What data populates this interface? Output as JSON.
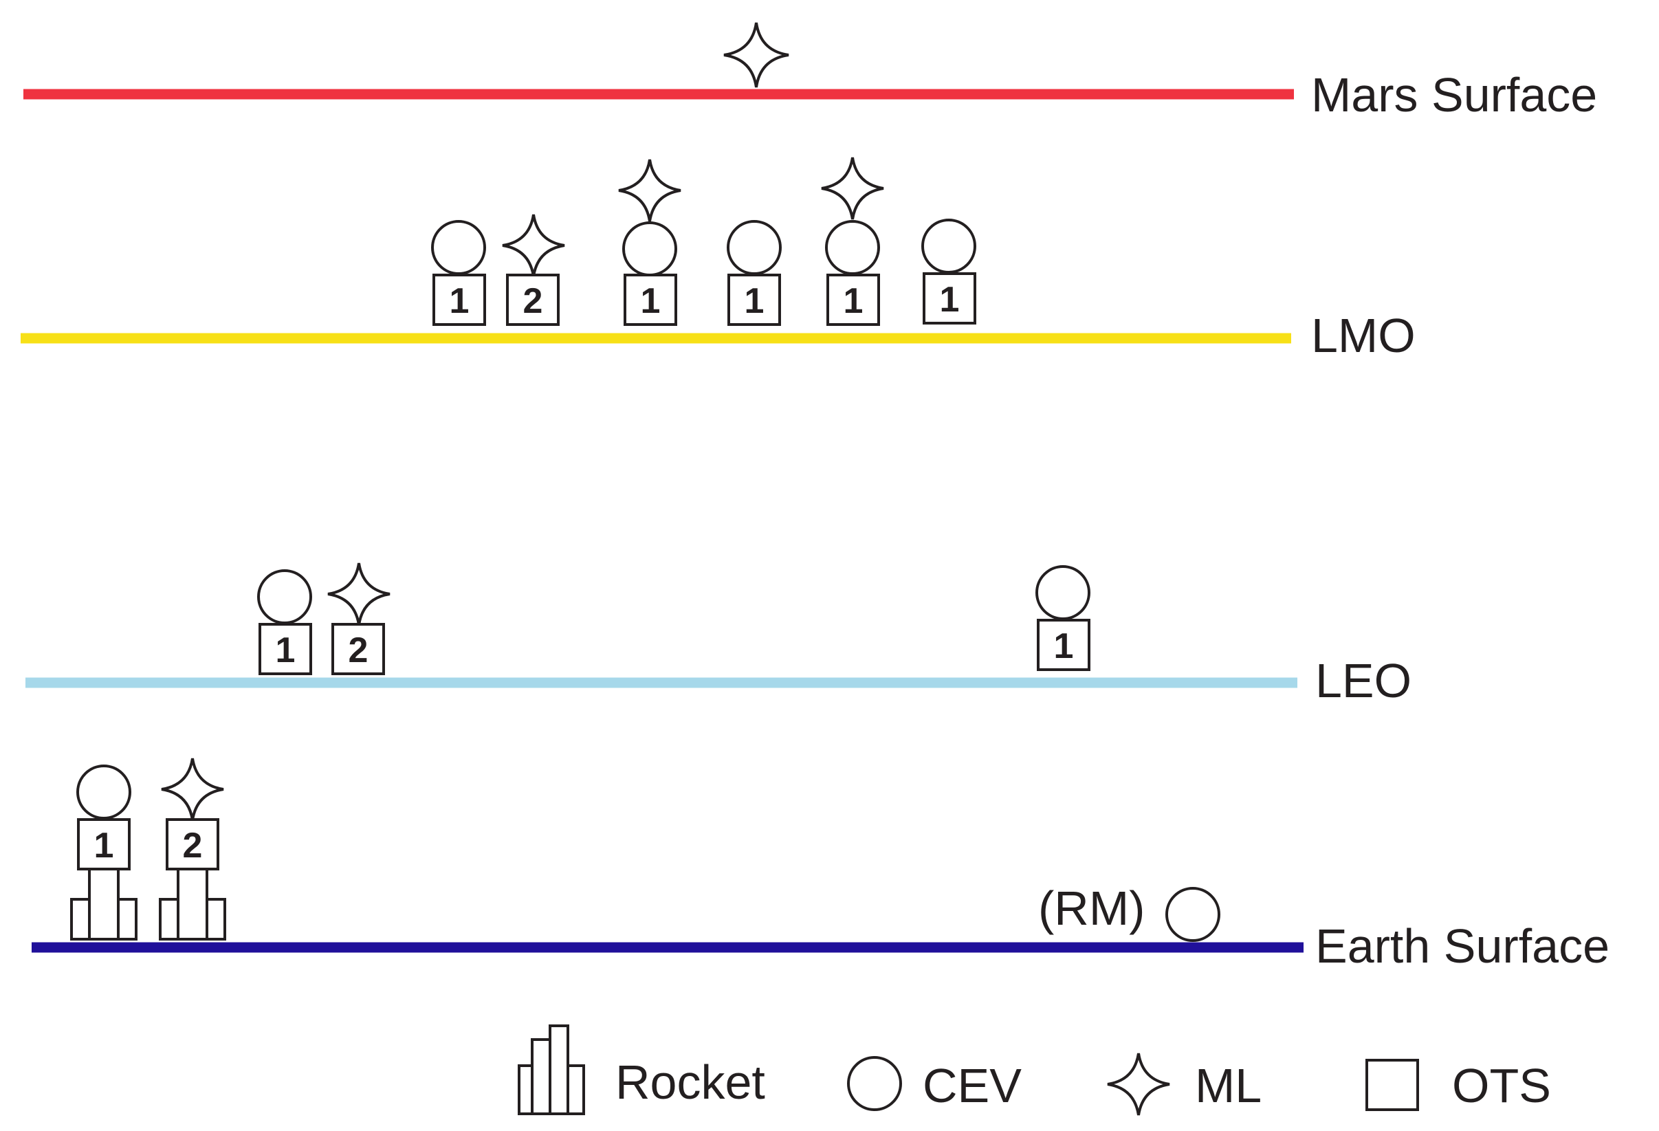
{
  "levels": [
    {
      "id": "mars",
      "label": "Mars Surface",
      "color": "#ef3340"
    },
    {
      "id": "lmo",
      "label": "LMO",
      "color": "#f7e017"
    },
    {
      "id": "leo",
      "label": "LEO",
      "color": "#a6d8ea"
    },
    {
      "id": "earth",
      "label": "Earth Surface",
      "color": "#20109a"
    }
  ],
  "annotations": {
    "rm": "(RM)"
  },
  "legend": [
    {
      "id": "rocket",
      "label": "Rocket"
    },
    {
      "id": "cev",
      "label": "CEV"
    },
    {
      "id": "ml",
      "label": "ML"
    },
    {
      "id": "ots",
      "label": "OTS"
    }
  ],
  "ots_numbers": {
    "lmo": [
      "1",
      "2",
      "1",
      "1",
      "1",
      "1"
    ],
    "leo": [
      "1",
      "2",
      "1"
    ],
    "earth": [
      "1",
      "2"
    ]
  }
}
